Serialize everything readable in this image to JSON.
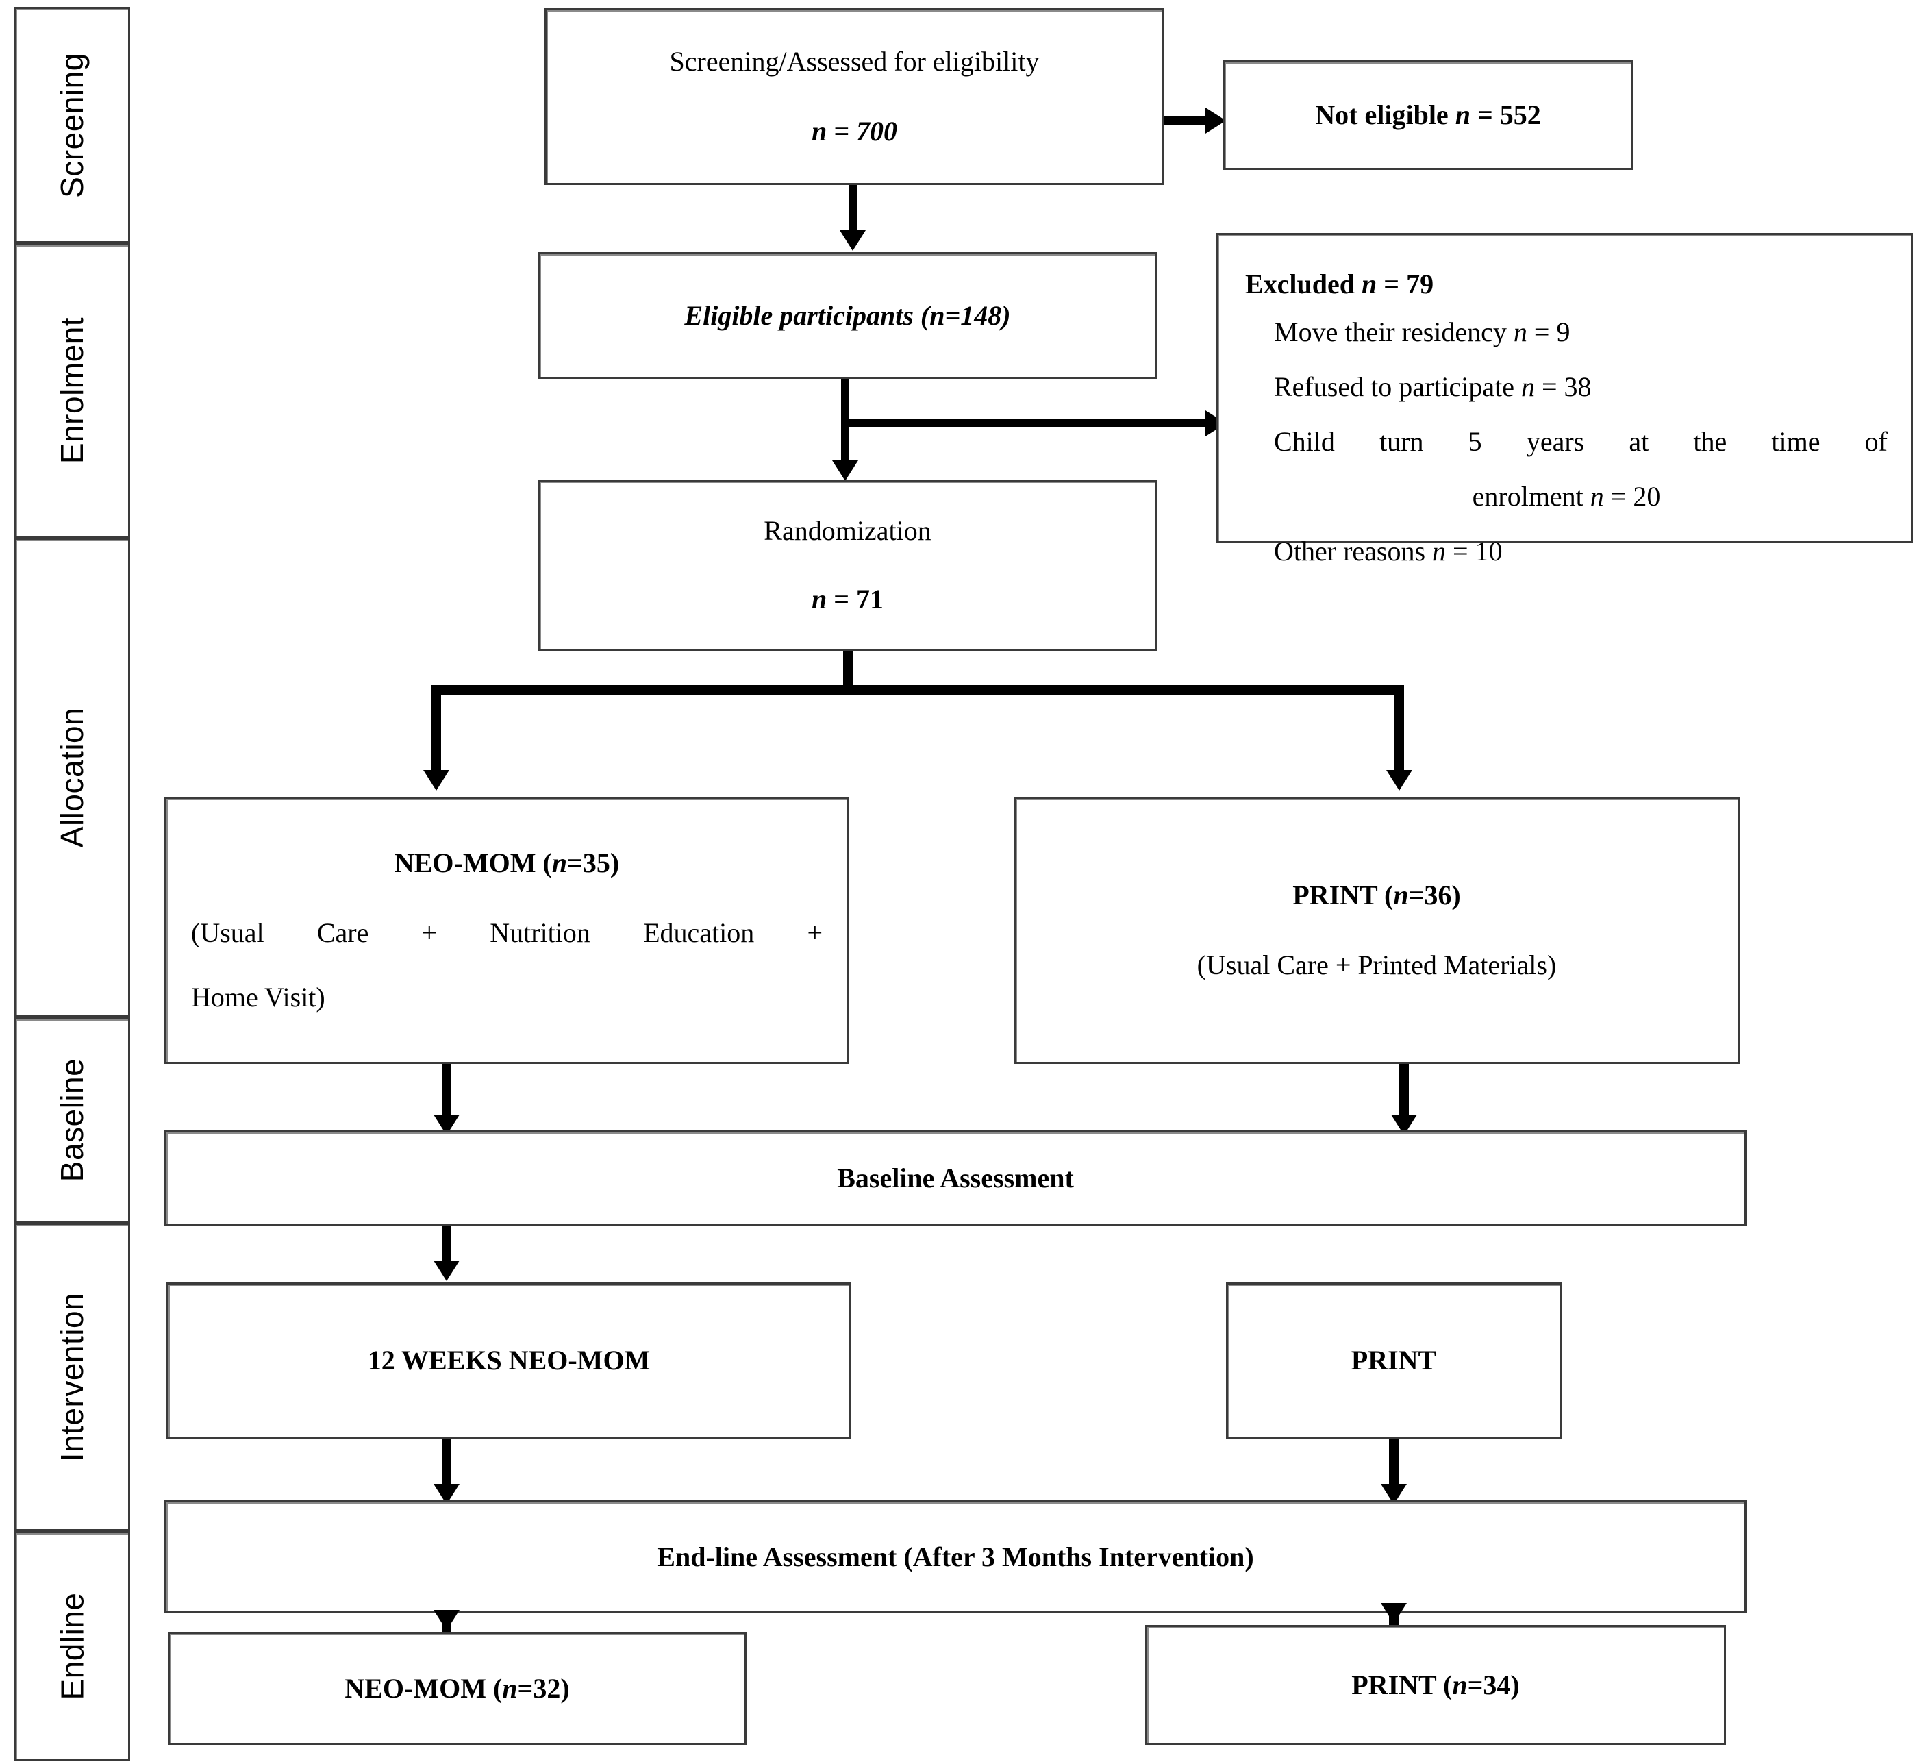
{
  "sidebar": {
    "stages": [
      {
        "label": "Screening"
      },
      {
        "label": "Enrolment"
      },
      {
        "label": "Allocation"
      },
      {
        "label": "Baseline"
      },
      {
        "label": "Intervention"
      },
      {
        "label": "Endline"
      }
    ]
  },
  "flow": {
    "screening": {
      "line1": "Screening/Assessed for eligibility",
      "line2": "n = 700"
    },
    "not_eligible": {
      "text": "Not eligible n = 552"
    },
    "eligible": {
      "text": "Eligible participants (n=148)"
    },
    "excluded": {
      "header": "Excluded n = 79",
      "reasons": [
        "Move their residency n = 9",
        "Refused to participate n = 38",
        "Child turn 5 years at the time of",
        "enrolment n = 20",
        "Other reasons n = 10"
      ]
    },
    "randomization": {
      "line1": "Randomization",
      "line2": "n = 71"
    },
    "alloc_left": {
      "line1": "NEO-MOM (n=35)",
      "line2": "(Usual Care + Nutrition Education +",
      "line3": "Home Visit)"
    },
    "alloc_right": {
      "line1": "PRINT (n=36)",
      "line2": "(Usual Care + Printed Materials)"
    },
    "baseline": {
      "text": "Baseline Assessment"
    },
    "intervention_left": {
      "text": "12 WEEKS NEO-MOM"
    },
    "intervention_right": {
      "text": "PRINT"
    },
    "endline_band": {
      "text": "End-line Assessment (After 3 Months Intervention)"
    },
    "endline_left": {
      "text": "NEO-MOM (n=32)"
    },
    "endline_right": {
      "text": "PRINT (n=34)"
    }
  },
  "colors": {
    "border": "#3a3a3a",
    "shadow": "#8a8a8a",
    "connector": "#000000",
    "background": "#ffffff"
  }
}
